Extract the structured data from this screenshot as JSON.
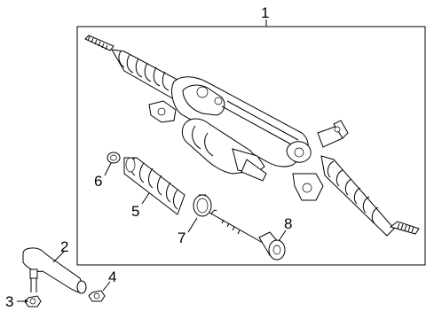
{
  "diagram": {
    "title": "",
    "colors": {
      "line": "#000000",
      "background": "#ffffff"
    },
    "callouts": [
      {
        "id": "c1",
        "label": "1",
        "part": "steering-gear-assembly"
      },
      {
        "id": "c2",
        "label": "2",
        "part": "outer-tie-rod-end"
      },
      {
        "id": "c3",
        "label": "3",
        "part": "tie-rod-end-nut"
      },
      {
        "id": "c4",
        "label": "4",
        "part": "jam-nut"
      },
      {
        "id": "c5",
        "label": "5",
        "part": "boot"
      },
      {
        "id": "c6",
        "label": "6",
        "part": "boot-small-clamp"
      },
      {
        "id": "c7",
        "label": "7",
        "part": "boot-large-clamp"
      },
      {
        "id": "c8",
        "label": "8",
        "part": "inner-tie-rod"
      }
    ]
  }
}
